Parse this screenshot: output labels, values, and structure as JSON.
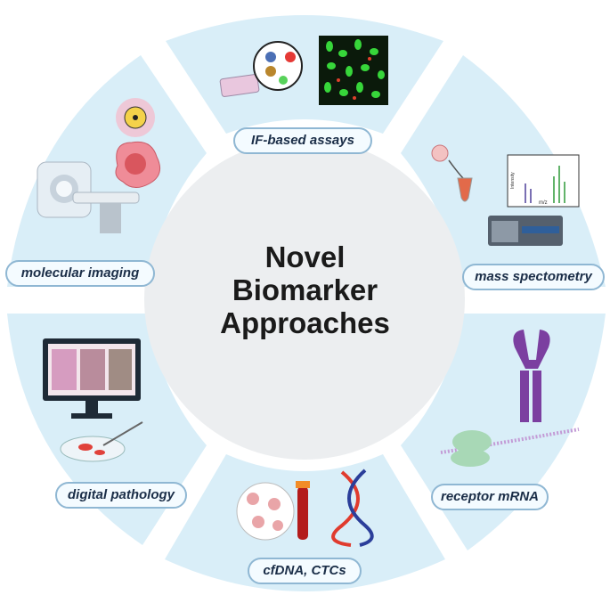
{
  "center": {
    "line1": "Novel",
    "line2": "Biomarker",
    "line3": "Approaches"
  },
  "segments": [
    {
      "label": "IF-based assays"
    },
    {
      "label": "mass spectometry"
    },
    {
      "label": "receptor mRNA"
    },
    {
      "label": "cfDNA, CTCs"
    },
    {
      "label": "digital pathology"
    },
    {
      "label": "molecular imaging"
    }
  ],
  "mass_spec_chart": {
    "ylabel": "Intensity",
    "xlabel": "m/z"
  },
  "colors": {
    "segment_fill": "#d9eef8",
    "center_fill": "#eceef0",
    "pill_border": "#8fb7d3",
    "text": "#1b2e48"
  }
}
